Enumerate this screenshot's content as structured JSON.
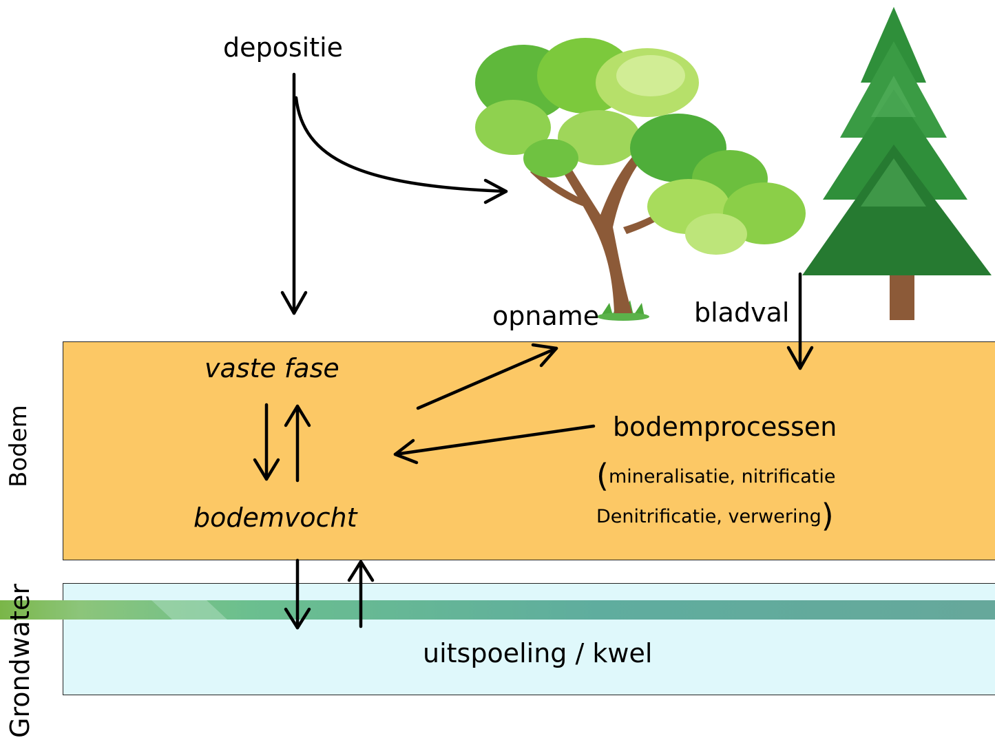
{
  "labels": {
    "depositie": "depositie",
    "opname": "opname",
    "bladval": "bladval",
    "vaste_fase": "vaste fase",
    "bodemvocht": "bodemvocht",
    "bodemprocessen": "bodemprocessen",
    "processen_line1": "mineralisatie, nitrificatie",
    "processen_line2": "Denitrificatie, verwering",
    "uitspoeling": "uitspoeling / kwel",
    "bodem_side": "Bodem",
    "grondwater_side": "Grondwater"
  },
  "colors": {
    "bodem_fill": "#fcc865",
    "grondwater_fill": "#dff8fb",
    "band_green": "#7ab648",
    "band_teal": "#5fad9e",
    "arrow": "#000000",
    "deciduous_leaves": "#7cc93c",
    "conifer_leaves": "#2f8f3a",
    "trunk": "#8c5a38"
  },
  "icons": {
    "deciduous_tree": "deciduous-tree-icon",
    "conifer_tree": "conifer-tree-icon"
  }
}
